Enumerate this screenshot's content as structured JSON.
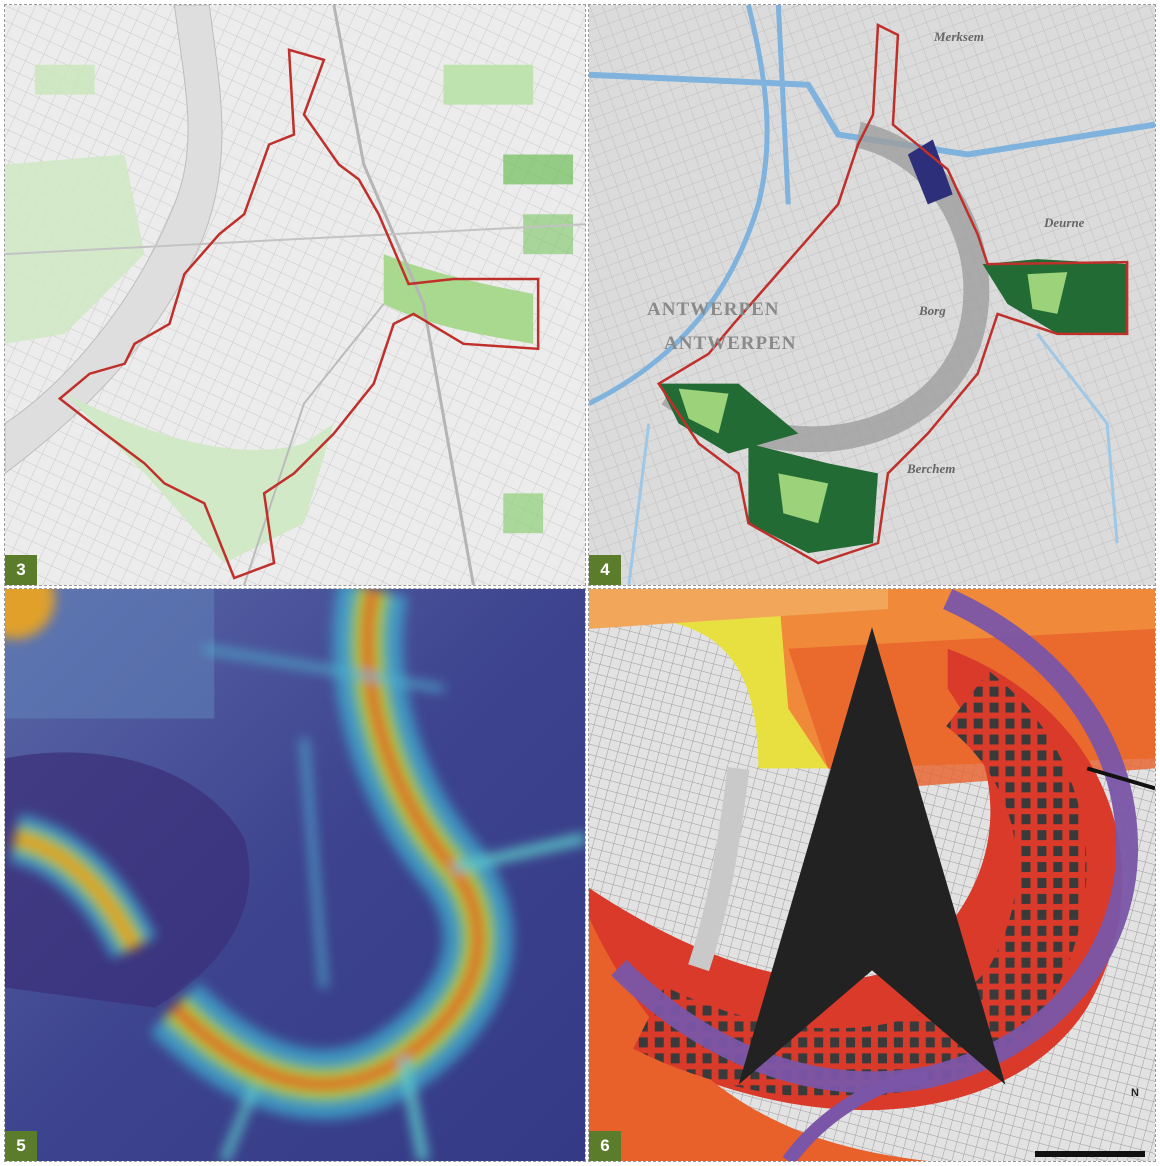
{
  "panels": [
    {
      "number": "3"
    },
    {
      "number": "4"
    },
    {
      "number": "5"
    },
    {
      "number": "6"
    }
  ],
  "map4_labels": {
    "merksem": "Merksem",
    "deurne": "Deurne",
    "antwerpen_1": "ANTWERPEN",
    "antwerpen_2": "ANTWERPEN",
    "borgerhout": "Borg",
    "berchem": "Berchem"
  },
  "map6": {
    "north": "N"
  },
  "colors": {
    "badge": "#5b7c2a",
    "boundary": "#c0302b",
    "park_light": "#9bd27a",
    "park_dark": "#226b34",
    "water": "#7fb2dd",
    "heat_low": "#3a3f8c",
    "heat_high": "#d0332a",
    "ring_road": "#7a55a8"
  }
}
